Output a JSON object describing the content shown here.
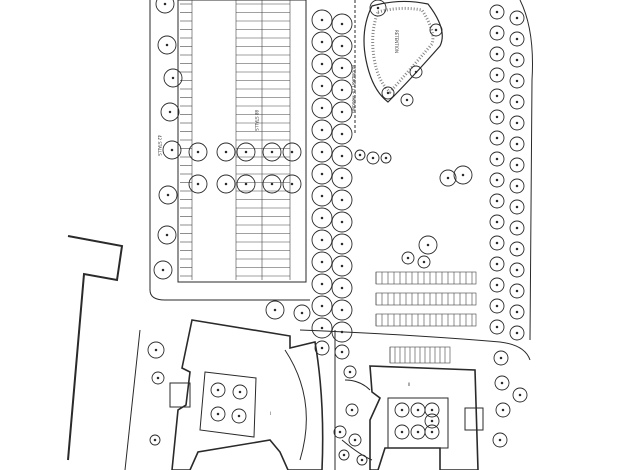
{
  "drawing": {
    "type": "site-plan",
    "line_color": "#2a2a2a",
    "labels": {
      "left_parking_row": "42 STALLS",
      "center_parking_row": "88 STALLS",
      "parking_boundary": "BOUNDARY OF PARKING",
      "pond": "RETENTION",
      "building_west": "I",
      "building_east": "II"
    }
  }
}
